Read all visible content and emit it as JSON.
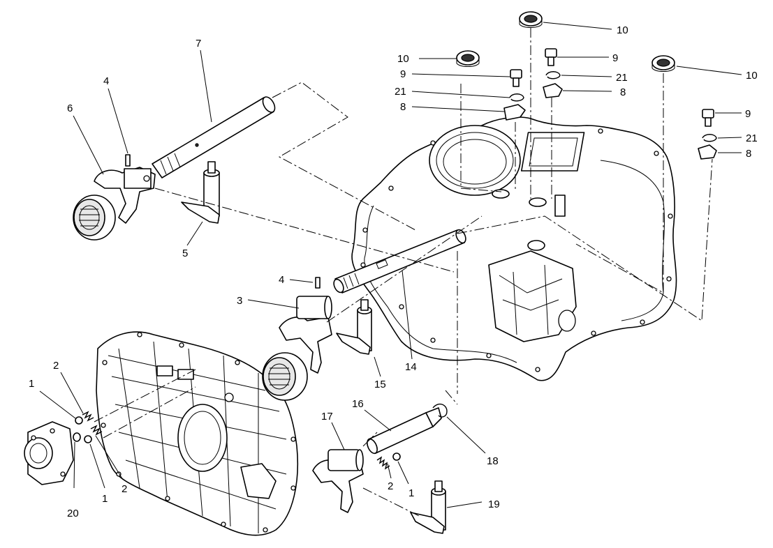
{
  "callouts": [
    {
      "id": "c-7",
      "text": "7"
    },
    {
      "id": "c-4a",
      "text": "4"
    },
    {
      "id": "c-6",
      "text": "6"
    },
    {
      "id": "c-5",
      "text": "5"
    },
    {
      "id": "c-4b",
      "text": "4"
    },
    {
      "id": "c-3",
      "text": "3"
    },
    {
      "id": "c-14",
      "text": "14"
    },
    {
      "id": "c-15",
      "text": "15"
    },
    {
      "id": "c-16",
      "text": "16"
    },
    {
      "id": "c-17",
      "text": "17"
    },
    {
      "id": "c-18",
      "text": "18"
    },
    {
      "id": "c-19",
      "text": "19"
    },
    {
      "id": "c-2a",
      "text": "2"
    },
    {
      "id": "c-1a",
      "text": "1"
    },
    {
      "id": "c-20",
      "text": "20"
    },
    {
      "id": "c-1b",
      "text": "1"
    },
    {
      "id": "c-2b",
      "text": "2"
    },
    {
      "id": "c-2c",
      "text": "2"
    },
    {
      "id": "c-1c",
      "text": "1"
    },
    {
      "id": "c-10a",
      "text": "10"
    },
    {
      "id": "c-10b",
      "text": "10"
    },
    {
      "id": "c-10c",
      "text": "10"
    },
    {
      "id": "c-9a",
      "text": "9"
    },
    {
      "id": "c-9b",
      "text": "9"
    },
    {
      "id": "c-9c",
      "text": "9"
    },
    {
      "id": "c-21a",
      "text": "21"
    },
    {
      "id": "c-21b",
      "text": "21"
    },
    {
      "id": "c-21c",
      "text": "21"
    },
    {
      "id": "c-8a",
      "text": "8"
    },
    {
      "id": "c-8b",
      "text": "8"
    },
    {
      "id": "c-8c",
      "text": "8"
    }
  ]
}
